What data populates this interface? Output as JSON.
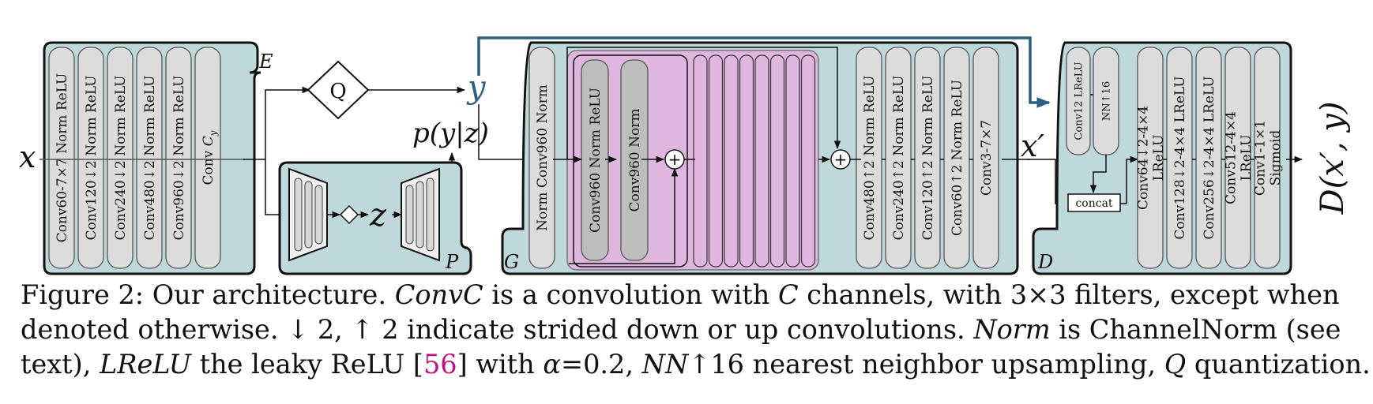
{
  "encoder": {
    "tag": "E",
    "blocks": [
      "Conv60-7×7 Norm ReLU",
      "Conv120↓2 Norm ReLU",
      "Conv240↓2 Norm ReLU",
      "Conv480↓2 Norm ReLU",
      "Conv960↓2 Norm ReLU",
      "Conv C"
    ],
    "conv_c_subscript": "y"
  },
  "input_label": "x",
  "quantizer_label": "Q",
  "latent_label": "y",
  "prob_label": "p(y|z)",
  "prior": {
    "tag": "P",
    "latent": "z"
  },
  "generator": {
    "tag": "G",
    "first_block": "Norm Conv960 Norm",
    "res_blocks": [
      "Conv960 Norm ReLU",
      "Conv960 Norm"
    ],
    "up_blocks": [
      "Conv480↑2 Norm ReLU",
      "Conv240↑2 Norm ReLU",
      "Conv120↑2 Norm ReLU",
      "Conv60↑2 Norm ReLU",
      "Conv3-7×7"
    ],
    "plus": "+"
  },
  "recon_label": "x′",
  "discriminator": {
    "tag": "D",
    "y_blocks": [
      "Conv12 LReLU",
      "NN↑16"
    ],
    "concat": "concat",
    "blocks": [
      [
        "Conv64↓2-4×4",
        "LReLU"
      ],
      [
        "Conv128↓2-4×4 LReLU"
      ],
      [
        "Conv256↓2-4×4 LReLU"
      ],
      [
        "Conv512-4×4",
        "LReLU"
      ],
      [
        "Conv1-1×1",
        "Sigmoid"
      ]
    ],
    "output": "D(x′, y)"
  },
  "caption": {
    "line1": [
      {
        "t": "Figure 2: Our architecture. "
      },
      {
        "t": "ConvC",
        "i": true
      },
      {
        "t": " is a convolution with "
      },
      {
        "t": "C",
        "i": true
      },
      {
        "t": " channels, with 3×3 filters, except when"
      }
    ],
    "line2": [
      {
        "t": "denoted otherwise. ↓ 2, ↑ 2 indicate strided down or up convolutions. "
      },
      {
        "t": "Norm",
        "i": true
      },
      {
        "t": " is ChannelNorm (see"
      }
    ],
    "line3": [
      {
        "t": "text), "
      },
      {
        "t": "LReLU",
        "i": true
      },
      {
        "t": " the leaky ReLU ["
      },
      {
        "t": "56",
        "c": true
      },
      {
        "t": "] with "
      },
      {
        "t": "α",
        "i": true
      },
      {
        "t": "=0.2, "
      },
      {
        "t": "NN",
        "i": true
      },
      {
        "t": "↑16 nearest neighbor upsampling, "
      },
      {
        "t": "Q",
        "i": true
      },
      {
        "t": " quantization."
      }
    ]
  }
}
